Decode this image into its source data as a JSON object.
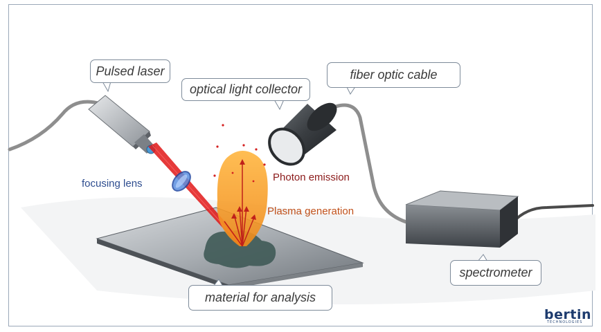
{
  "callouts": {
    "pulsed_laser": "Pulsed laser",
    "optical_light_collector": "optical light collector",
    "fiber_optic_cable": "fiber optic cable",
    "spectrometer": "spectrometer",
    "material_for_analysis": "material for analysis"
  },
  "labels": {
    "focusing_lens": "focusing lens",
    "photon_emission": "Photon emission",
    "plasma_generation": "Plasma generation"
  },
  "logo": {
    "name": "bertin",
    "tagline": "TECHNOLOGIES"
  },
  "colors": {
    "frame_border": "#9aa8b8",
    "callout_text": "#3a3a3a",
    "focusing_lens_text": "#2e4d8f",
    "photon_emission_text": "#8b1a1a",
    "plasma_generation_text": "#c0501a",
    "laser_beam": "#e01818",
    "plasma_plume": "#f5a623",
    "logo": "#1d3b6e"
  },
  "icons": {
    "laser": "laser-head-icon",
    "lens": "focusing-lens-icon",
    "collector": "light-collector-icon",
    "spectrometer": "spectrometer-box-icon",
    "sample": "material-plate-icon"
  }
}
